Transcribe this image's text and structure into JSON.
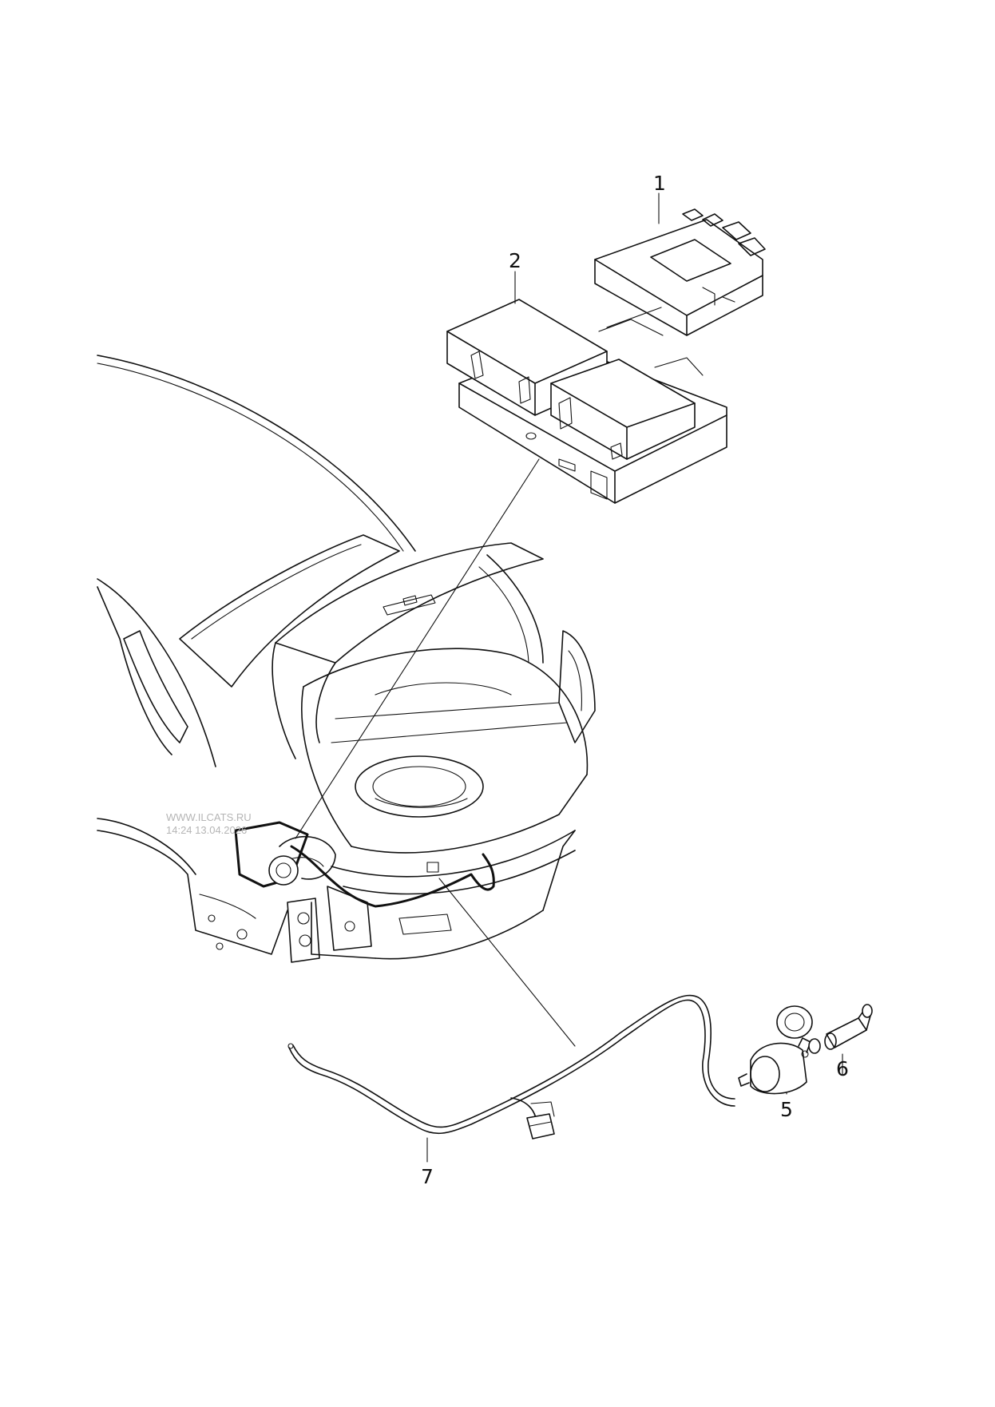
{
  "diagram": {
    "callouts": [
      {
        "id": "1",
        "label": "1"
      },
      {
        "id": "2",
        "label": "2"
      },
      {
        "id": "5",
        "label": "5"
      },
      {
        "id": "6",
        "label": "6"
      },
      {
        "id": "7",
        "label": "7"
      }
    ],
    "watermark": {
      "line1": "WWW.ILCATS.RU",
      "line2": "14:24 13.04.2026"
    }
  }
}
